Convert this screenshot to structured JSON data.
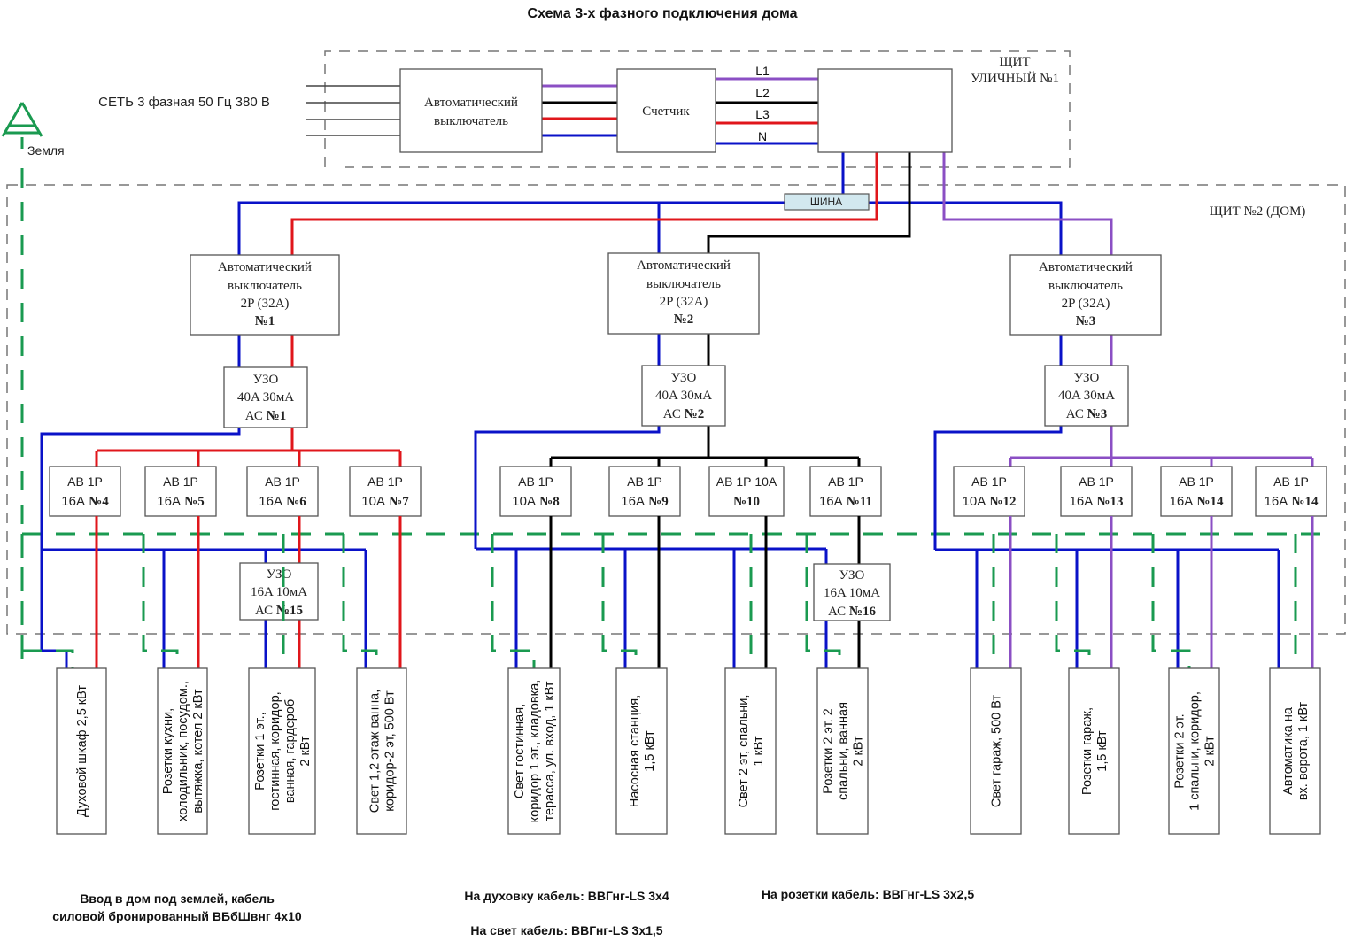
{
  "title": "Схема 3-х фазного подключения дома",
  "colors": {
    "phase_L1": "#8b4fc4",
    "phase_L2": "#000000",
    "phase_L3": "#e0161b",
    "neutral": "#0a12c8",
    "ground": "#1a9a50",
    "bus_fill": "#d2e8ef"
  },
  "ground": {
    "label": "Земля",
    "icon": "ground-tree-icon"
  },
  "supply": {
    "label": "СЕТЬ 3 фазная 50 Гц 380 В"
  },
  "street_panel": {
    "label_line1": "ЩИТ",
    "label_line2": "УЛИЧНЫЙ №1",
    "breaker": {
      "line1": "Автоматический",
      "line2": "выключатель"
    },
    "meter": {
      "label": "Счетчик"
    },
    "lines": [
      "L1",
      "L2",
      "L3",
      "N"
    ]
  },
  "house_panel": {
    "label": "ЩИТ №2 (ДОМ)",
    "bus_label": "ШИНА",
    "main_breakers": [
      {
        "line1": "Автоматический",
        "line2": "выключатель",
        "line3": "2P (32A)",
        "num": "№1"
      },
      {
        "line1": "Автоматический",
        "line2": "выключатель",
        "line3": "2P  (32A)",
        "num": "№2"
      },
      {
        "line1": "Автоматический",
        "line2": "выключатель",
        "line3": "2P  (32A)",
        "num": "№3"
      }
    ],
    "rcds": [
      {
        "line1": "УЗО",
        "line2": "40A 30мА",
        "line3a": "АС ",
        "num": "№1"
      },
      {
        "line1": "УЗО",
        "line2": "40A 30мА",
        "line3a": "АС ",
        "num": "№2"
      },
      {
        "line1": "УЗО",
        "line2": "40A 30мА",
        "line3a": "АС ",
        "num": "№3"
      }
    ],
    "sub_rcds": [
      {
        "line1": "УЗО",
        "line2": "16A 10мА",
        "line3a": "АС ",
        "num": "№15"
      },
      {
        "line1": "УЗО",
        "line2": "16A 10мА",
        "line3a": "АС ",
        "num": "№16"
      }
    ],
    "breakers": [
      {
        "line1": "АВ 1Р",
        "line2a": "16А ",
        "num": "№4"
      },
      {
        "line1": "АВ 1Р",
        "line2a": "16А ",
        "num": "№5"
      },
      {
        "line1": "АВ 1Р",
        "line2a": "16А ",
        "num": "№6"
      },
      {
        "line1": "АВ 1Р",
        "line2a": "10А ",
        "num": "№7"
      },
      {
        "line1": "АВ 1Р",
        "line2a": "10А ",
        "num": "№8"
      },
      {
        "line1": "АВ 1Р",
        "line2a": "16А ",
        "num": "№9"
      },
      {
        "line1": "АВ 1Р 10А",
        "line2a": "",
        "num": "№10"
      },
      {
        "line1": "АВ 1Р",
        "line2a": "16А ",
        "num": "№11"
      },
      {
        "line1": "АВ 1Р",
        "line2a": "10А ",
        "num": "№12"
      },
      {
        "line1": "АВ 1Р",
        "line2a": "16А ",
        "num": "№13"
      },
      {
        "line1": "АВ 1Р",
        "line2a": "16А ",
        "num": "№14"
      },
      {
        "line1": "АВ 1Р",
        "line2a": "16А ",
        "num": "№14"
      }
    ]
  },
  "loads": [
    {
      "lines": [
        "Духовой шкаф 2,5 кВт"
      ]
    },
    {
      "lines": [
        "Розетки кухни,",
        "холодильник, посудом.,",
        "вытяжка, котел 2 кВт"
      ]
    },
    {
      "lines": [
        "Розетки 1 эт.,",
        "гостинная, коридор,",
        "ванная, гардероб",
        "2 кВт"
      ]
    },
    {
      "lines": [
        "Свет 1,2 этаж ванна,",
        "коридор-2 эт, 500 Вт"
      ]
    },
    {
      "lines": [
        "Свет гостинная,",
        "коридор 1 эт., кладовка,",
        "терасса, ул. вход, 1 кВт"
      ]
    },
    {
      "lines": [
        "Насосная станция,",
        "1,5 кВт"
      ]
    },
    {
      "lines": [
        "Свет 2 эт, спальни,",
        "1 кВт"
      ]
    },
    {
      "lines": [
        "Розетки 2 эт. 2",
        "спальни, ванная",
        "2 кВт"
      ]
    },
    {
      "lines": [
        "Свет гараж, 500 Вт"
      ]
    },
    {
      "lines": [
        "Розетки гараж,",
        "1,5 кВт"
      ]
    },
    {
      "lines": [
        "Розетки 2 эт.",
        "1 спальни, коридор,",
        "2 кВт"
      ]
    },
    {
      "lines": [
        "Автоматика на",
        "вх. ворота, 1 кВт"
      ]
    }
  ],
  "notes": {
    "entry_line1": "Ввод в дом под землей, кабель",
    "entry_line2": "силовой бронированный ВБбШвнг 4х10",
    "oven_cable": "На духовку кабель: ВВГнг-LS 3х4",
    "light_cable": "На свет кабель: ВВГнг-LS 3х1,5",
    "socket_cable": "На розетки кабель: ВВГнг-LS 3х2,5"
  }
}
